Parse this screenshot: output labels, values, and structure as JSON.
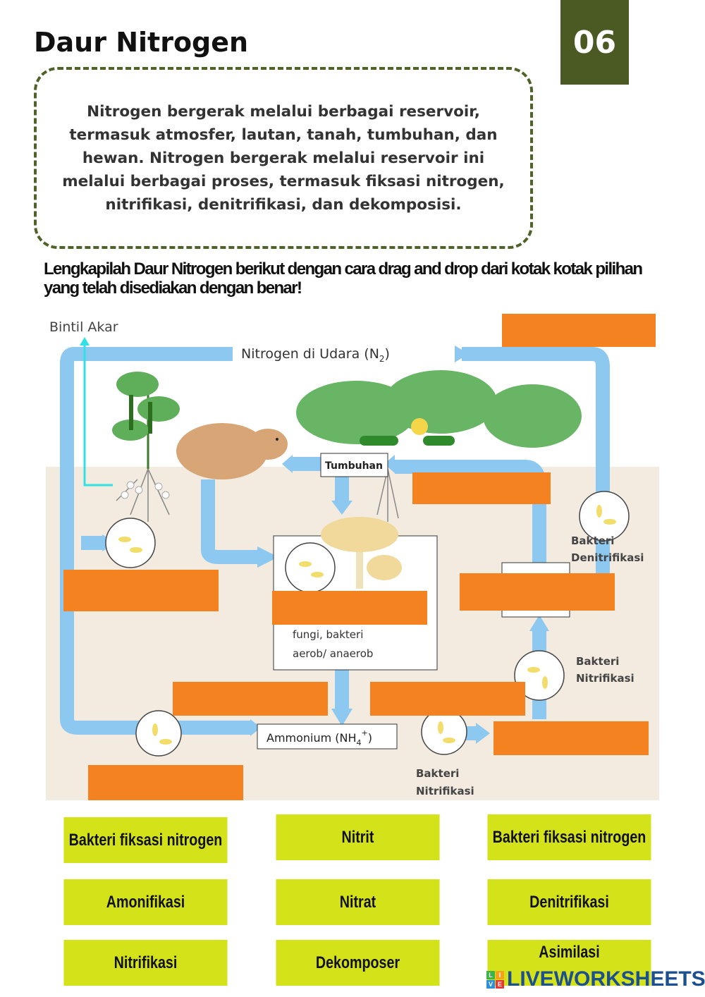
{
  "header": {
    "title": "Daur Nitrogen",
    "page_number": "06"
  },
  "info_text": "Nitrogen bergerak melalui berbagai reservoir, termasuk atmosfer, lautan, tanah, tumbuhan, dan hewan. Nitrogen bergerak melalui reservoir ini melalui berbagai proses, termasuk fiksasi nitrogen, nitrifikasi, denitrifikasi, dan dekomposisi.",
  "instruction": "Lengkapilah Daur Nitrogen berikut dengan cara drag  and drop dari kotak kotak pilihan yang telah disediakan dengan benar!",
  "diagram": {
    "bintil_akar": "Bintil Akar",
    "nitrogen_udara": "Nitrogen di Udara (N",
    "n2_sub": "2",
    "tumbuhan": "Tumbuhan",
    "fungi_1": "fungi, bakteri",
    "fungi_2": "aerob/ anaerob",
    "ammonium": "Ammonium (NH",
    "nh4_sub": "4",
    "nh4_sup": "+",
    "bakteri_denitrifikasi_1": "Bakteri",
    "bakteri_denitrifikasi_2": "Denitrifikasi",
    "bakteri_nitrifikasi_a1": "Bakteri",
    "bakteri_nitrifikasi_a2": "Nitrifikasi",
    "bakteri_nitrifikasi_b1": "Bakteri",
    "bakteri_nitrifikasi_b2": "Nitrifikasi",
    "drop_color": "#f58220",
    "arrow_color": "#8cc8ef"
  },
  "options": [
    {
      "label": "Bakteri fiksasi nitrogen"
    },
    {
      "label": "Nitrit"
    },
    {
      "label": "Bakteri fiksasi nitrogen"
    },
    {
      "label": "Amonifikasi"
    },
    {
      "label": "Nitrat"
    },
    {
      "label": "Denitrifikasi"
    },
    {
      "label": "Nitrifikasi"
    },
    {
      "label": "Dekomposer"
    },
    {
      "label": "Asimilasi"
    }
  ],
  "footer": {
    "brand": "LIVEWORKSHEETS",
    "badge": [
      "L",
      "I",
      "V",
      "E"
    ]
  }
}
